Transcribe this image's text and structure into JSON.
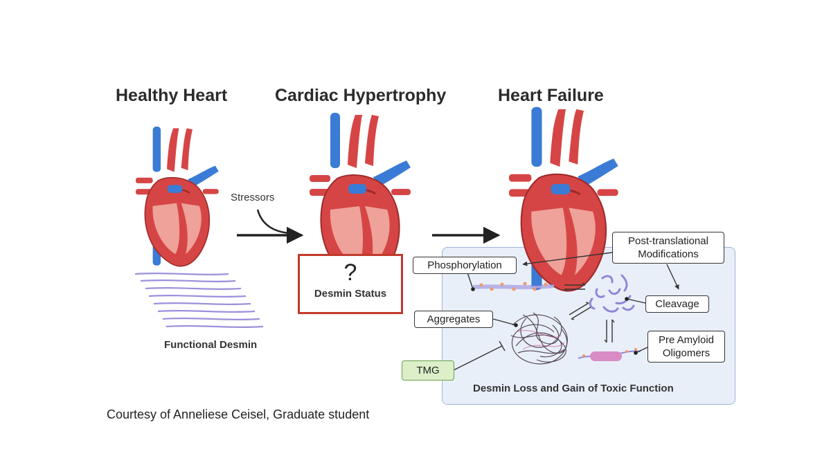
{
  "stages": {
    "healthy": "Healthy Heart",
    "hypertrophy": "Cardiac Hypertrophy",
    "failure": "Heart Failure"
  },
  "stressors_label": "Stressors",
  "functional_desmin_label": "Functional Desmin",
  "desmin_status": {
    "symbol": "?",
    "label": "Desmin Status"
  },
  "panel": {
    "caption": "Desmin Loss and Gain of Toxic Function",
    "ptm_line1": "Post-translational",
    "ptm_line2": "Modifications",
    "phosphorylation": "Phosphorylation",
    "cleavage": "Cleavage",
    "aggregates": "Aggregates",
    "amyloid_line1": "Pre Amyloid",
    "amyloid_line2": "Oligomers",
    "tmg": "TMG"
  },
  "courtesy": "Courtesy of Anneliese Ceisel, Graduate student",
  "colors": {
    "heart_red": "#d64545",
    "vessel_blue": "#3a7bd5",
    "desmin_purple": "#8f86d8",
    "status_border": "#c0392b",
    "panel_bg": "#e9eff9",
    "tmg_green": "#dcefc9"
  }
}
